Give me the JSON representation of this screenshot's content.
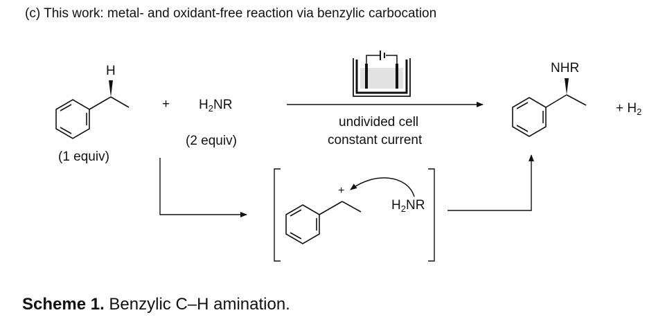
{
  "header": "(c) This work: metal- and oxidant-free reaction via benzylic carbocation",
  "reactant": {
    "h_label": "H",
    "equiv": "(1 equiv)"
  },
  "plus1": "+",
  "amine": {
    "main": "H",
    "sub": "2",
    "rest": "NR",
    "equiv": "(2 equiv)"
  },
  "conditions": {
    "line1": "undivided cell",
    "line2": "constant current"
  },
  "product": {
    "label": "NHR"
  },
  "byproduct": {
    "plus": "+ ",
    "main": "H",
    "sub": "2"
  },
  "intermediate": {
    "charge": "+",
    "amine_main": "H",
    "amine_sub": "2",
    "amine_rest": "NR"
  },
  "caption": {
    "bold": "Scheme 1.",
    "text": " Benzylic C–H amination."
  }
}
